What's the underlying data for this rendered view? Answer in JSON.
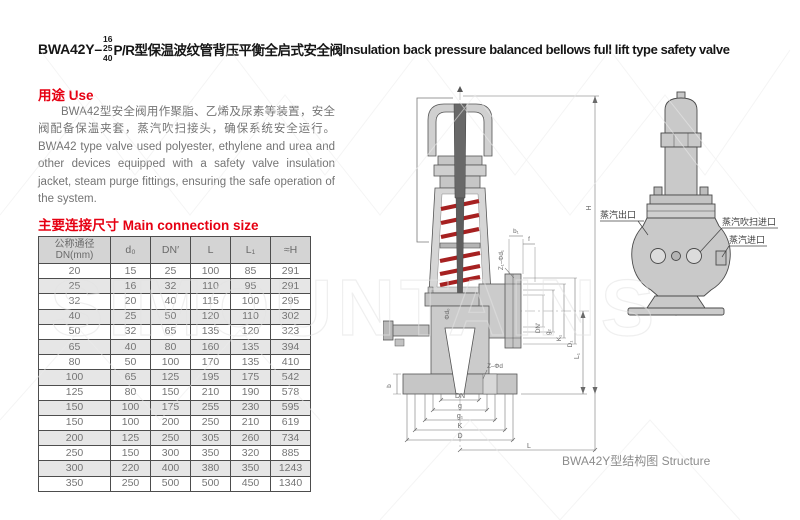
{
  "page": {
    "accent_red": "#e60012",
    "title": {
      "model": "BWA42Y–",
      "pressure_stack": [
        "16",
        "25",
        "40"
      ],
      "suffix_cn": "P/R型保温波纹管背压平衡全启式安全阀",
      "suffix_en": " Insulation back pressure balanced bellows full lift type safety valve"
    }
  },
  "use_section": {
    "heading": "用途 Use",
    "body_cn": "BWA42型安全阀用作聚脂、乙烯及尿素等装置，安全阀配备保温夹套，蒸汽吹扫接头，确保系统安全运行。",
    "body_en": "BWA42 type valve used polyester, ethylene and urea and other devices equipped with a safety valve insulation jacket, steam purge fittings, ensuring the safe operation of the system."
  },
  "table_section": {
    "heading": "主要连接尺寸 Main connection size",
    "header": {
      "dn_line1": "公称通径",
      "dn_line2": "DN(mm)",
      "cols": [
        "d₀",
        "DN′",
        "L",
        "L₁",
        "≈H"
      ]
    },
    "rows": [
      [
        20,
        15,
        25,
        100,
        85,
        291
      ],
      [
        25,
        16,
        32,
        110,
        95,
        291
      ],
      [
        32,
        20,
        40,
        115,
        100,
        295
      ],
      [
        40,
        25,
        50,
        120,
        110,
        302
      ],
      [
        50,
        32,
        65,
        135,
        120,
        323
      ],
      [
        65,
        40,
        80,
        160,
        135,
        394
      ],
      [
        80,
        50,
        100,
        170,
        135,
        410
      ],
      [
        100,
        65,
        125,
        195,
        175,
        542
      ],
      [
        125,
        80,
        150,
        210,
        190,
        578
      ],
      [
        150,
        100,
        175,
        255,
        230,
        595
      ],
      [
        150,
        100,
        200,
        250,
        210,
        619
      ],
      [
        200,
        125,
        250,
        305,
        260,
        734
      ],
      [
        250,
        150,
        300,
        350,
        320,
        885
      ],
      [
        300,
        220,
        400,
        380,
        350,
        1243
      ],
      [
        350,
        250,
        500,
        500,
        450,
        1340
      ]
    ]
  },
  "structure_drawing": {
    "caption": "BWA42Y型结构图 Structure",
    "labels": {
      "H": "H",
      "L": "L",
      "L1": "L₁",
      "D": "D",
      "K": "K",
      "g1": "g₁",
      "g": "g",
      "DN": "DN",
      "DN_prime": "DN′",
      "g2": "g₂",
      "K1": "K₁",
      "D1": "D₁",
      "b": "b",
      "b1": "b₁",
      "f": "f",
      "z_phi_d": "Z–Φd",
      "z1_phi_d1": "Z₁–Φd₁",
      "phi_d0": "Φd₀"
    }
  },
  "outline_drawing": {
    "label_steam_outlet": "蒸汽出口",
    "label_steam_purge_inlet": "蒸汽吹扫进口",
    "label_steam_inlet": "蒸汽进口"
  },
  "watermark": {
    "text": "SIMOUNTAINS"
  }
}
